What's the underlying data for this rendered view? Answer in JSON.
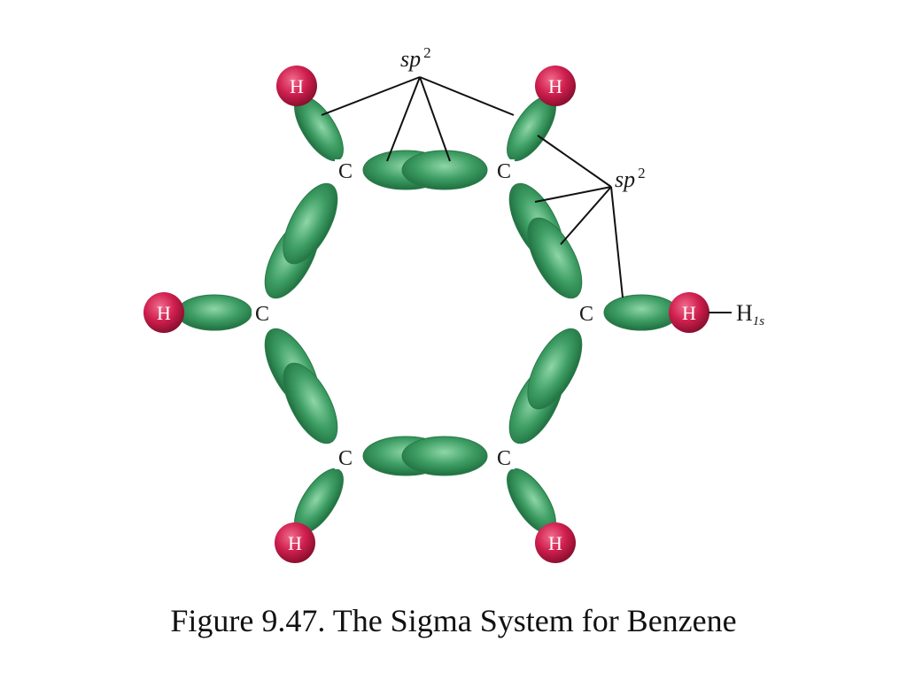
{
  "figure": {
    "caption": "Figure 9.47. The Sigma System for Benzene"
  },
  "labels": {
    "carbon": "C",
    "hydrogen": "H",
    "sp2_top": {
      "main": "sp",
      "sup": "2"
    },
    "sp2_right": {
      "main": "sp",
      "sup": "2"
    },
    "h1s": {
      "main": "H",
      "sub": "1s"
    }
  },
  "colors": {
    "lobe_fill": "#3e9e64",
    "lobe_edge": "#1f6f3f",
    "lobe_highlight": "#8fd6a8",
    "hydrogen_fill": "#d01f4f",
    "hydrogen_edge": "#8c0f2f",
    "line": "#111111"
  }
}
